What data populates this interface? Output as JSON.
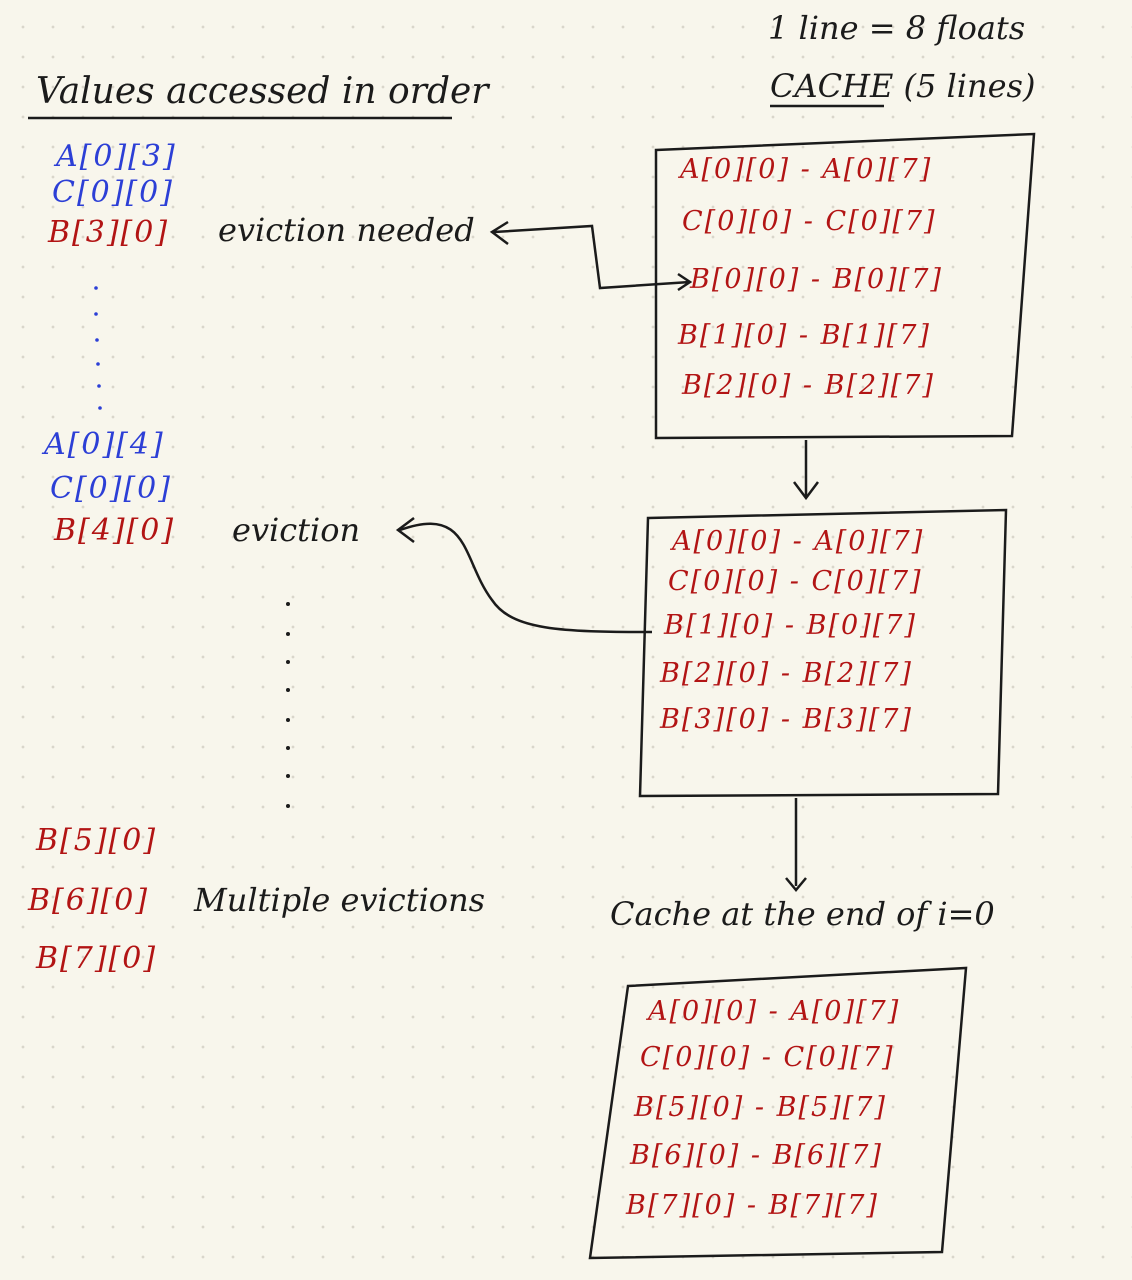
{
  "header": {
    "left_title": "Values accessed in order",
    "line_note": "1 line = 8 floats",
    "cache_title": "CACHE (5 lines)"
  },
  "accesses": {
    "group1": [
      "A[0][3]",
      "C[0][0]",
      "B[3][0]"
    ],
    "group1_note": "eviction needed",
    "group2": [
      "A[0][4]",
      "C[0][0]",
      "B[4][0]"
    ],
    "group2_note": "eviction",
    "group3": [
      "B[5][0]",
      "B[6][0]",
      "B[7][0]"
    ],
    "group3_note": "Multiple evictions"
  },
  "cache_states": [
    {
      "lines": [
        "A[0][0] - A[0][7]",
        "C[0][0] - C[0][7]",
        "B[0][0] - B[0][7]",
        "B[1][0] - B[1][7]",
        "B[2][0] - B[2][7]"
      ]
    },
    {
      "lines": [
        "A[0][0] - A[0][7]",
        "C[0][0] - C[0][7]",
        "B[1][0] - B[0][7]",
        "B[2][0] - B[2][7]",
        "B[3][0] - B[3][7]"
      ]
    },
    {
      "lines": [
        "A[0][0] - A[0][7]",
        "C[0][0] - C[0][7]",
        "B[5][0] - B[5][7]",
        "B[6][0] - B[6][7]",
        "B[7][0] - B[7][7]"
      ]
    }
  ],
  "end_label": "Cache at the end of i=0",
  "colors": {
    "ink": "#1b1b1b",
    "blue": "#2c3fd6",
    "red": "#b21414",
    "paper": "#f8f6ec"
  }
}
